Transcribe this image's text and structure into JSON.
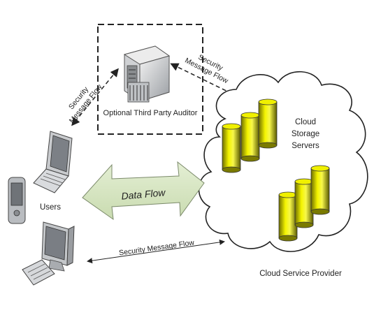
{
  "auditor": {
    "label": "Optional Third Party Auditor"
  },
  "users": {
    "label": "Users"
  },
  "cloud": {
    "label_line1": "Cloud",
    "label_line2": "Storage",
    "label_line3": "Servers",
    "provider_label": "Cloud Service Provider"
  },
  "flows": {
    "data_flow": "Data Flow",
    "security_message_flow": "Security Message Flow",
    "left_security_line1": "Security",
    "left_security_line2": "Message Flow",
    "right_security_line1": "Security",
    "right_security_line2": "Message Flow"
  },
  "colors": {
    "cylinder_fill": "#e8e800",
    "data_flow_arrow": "#d9e8c4",
    "device_gray": "#b9bcc0"
  }
}
